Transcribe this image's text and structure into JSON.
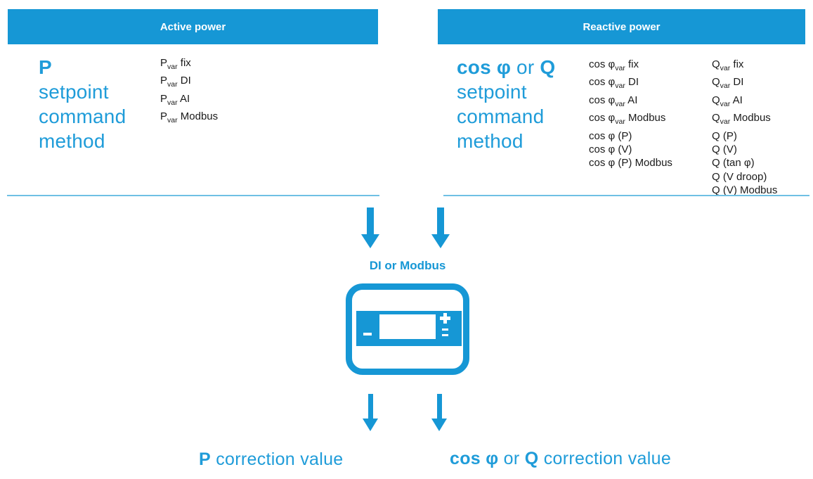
{
  "colors": {
    "brand_blue": "#1697D5",
    "title_blue": "#1F9CD9",
    "divider_blue": "#6FC0E4",
    "body_text": "#1A1A1A",
    "header_text": "#FFFFFF"
  },
  "left_panel": {
    "header": "Active power",
    "title_lines": [
      "**P**",
      "setpoint",
      "command",
      "method"
    ],
    "methods": [
      "P{var} fix",
      "P{var} DI",
      "P{var} AI",
      "P{var} Modbus"
    ]
  },
  "right_panel": {
    "header": "Reactive power",
    "title_lines": [
      "**cos φ** or **Q**",
      "setpoint",
      "command",
      "method"
    ],
    "cos_methods": [
      "cos φ{var} fix",
      "cos φ{var} DI",
      "cos φ{var} AI",
      "cos φ{var} Modbus",
      "cos φ (P)",
      "cos φ (V)",
      "cos φ (P) Modbus"
    ],
    "q_methods": [
      "Q{var} fix",
      "Q{var} DI",
      "Q{var} AI",
      "Q{var} Modbus",
      "Q (P)",
      "Q (V)",
      "Q (tan φ)",
      "Q (V droop)",
      "Q (V) Modbus"
    ]
  },
  "device": {
    "label": "DI or Modbus"
  },
  "outputs": {
    "left": "**P** correction value",
    "right": "**cos φ** or **Q** correction value"
  }
}
